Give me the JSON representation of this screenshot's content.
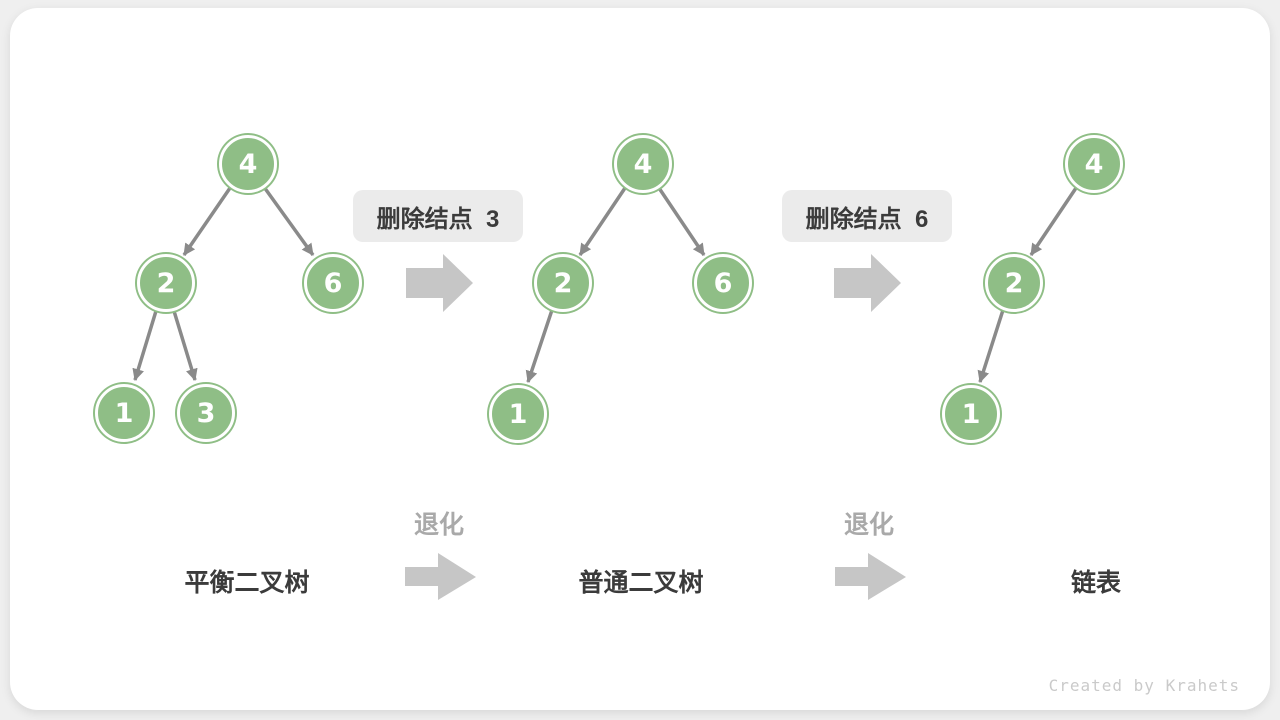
{
  "diagram": {
    "credit": "Created by Krahets"
  },
  "operations": [
    {
      "label": "删除结点  3"
    },
    {
      "label": "删除结点  6"
    }
  ],
  "degrade": {
    "label": "退化"
  },
  "stages": [
    {
      "label": "平衡二叉树"
    },
    {
      "label": "普通二叉树"
    },
    {
      "label": "链表"
    }
  ],
  "trees": [
    {
      "stage": "平衡二叉树",
      "nodes": [
        {
          "value": "4"
        },
        {
          "value": "2"
        },
        {
          "value": "6"
        },
        {
          "value": "1"
        },
        {
          "value": "3"
        }
      ],
      "edges": [
        "4→2",
        "4→6",
        "2→1",
        "2→3"
      ]
    },
    {
      "stage": "普通二叉树",
      "nodes": [
        {
          "value": "4"
        },
        {
          "value": "2"
        },
        {
          "value": "6"
        },
        {
          "value": "1"
        }
      ],
      "edges": [
        "4→2",
        "4→6",
        "2→1"
      ]
    },
    {
      "stage": "链表",
      "nodes": [
        {
          "value": "4"
        },
        {
          "value": "2"
        },
        {
          "value": "1"
        }
      ],
      "edges": [
        "4→2",
        "2→1"
      ]
    }
  ],
  "colors": {
    "node_green": "#8FBE86",
    "node_text": "#FFFFFF",
    "edge_gray": "#8A8A8A",
    "block_arrow_gray": "#C6C6C6",
    "label_box_bg": "#EBEBEB",
    "dark_text": "#3B3B3B",
    "degrade_text": "#A9A9A9",
    "credit_text": "#CACACA",
    "card_bg": "#FFFFFF",
    "page_bg": "#EFEFEF"
  }
}
